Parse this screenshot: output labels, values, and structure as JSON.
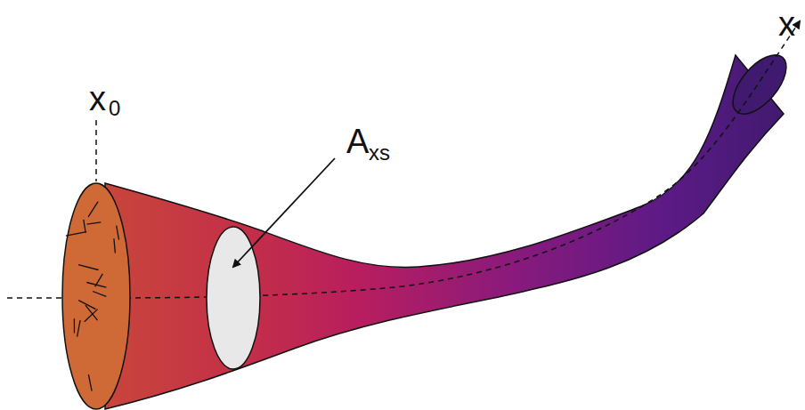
{
  "diagram": {
    "labels": [
      "x",
      "0",
      "A",
      "xs",
      "x"
    ]
  }
}
